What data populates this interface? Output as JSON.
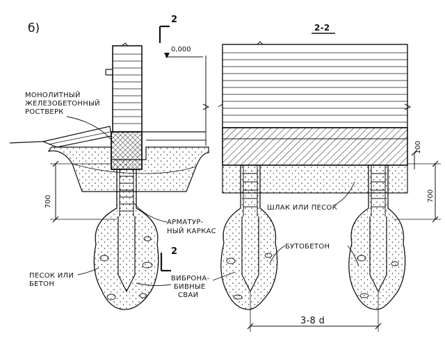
{
  "figure": {
    "panel_letter": "б)",
    "section_title": "2-2"
  },
  "marks": {
    "section_mark_top": "2",
    "section_mark_bottom": "2",
    "level_zero": "0,000"
  },
  "dimensions": {
    "left_depth": "700",
    "right_depth": "700",
    "right_small": "100",
    "pile_spacing": "3-8 d"
  },
  "labels": {
    "grillage_line1": "МОНОЛИТНЫЙ",
    "grillage_line2": "ЖЕЛЕЗОБЕТОННЫЙ",
    "grillage_line3": "РОСТВЕРК",
    "rebar_line1": "АРМАТУР-",
    "rebar_line2": "НЫЙ КАРКАС",
    "sand_or_concrete_line1": "ПЕСОК ИЛИ",
    "sand_or_concrete_line2": "БЕТОН",
    "vibro_line1": "ВИБРОНА-",
    "vibro_line2": "БИВНЫЕ",
    "vibro_line3": "СВАИ",
    "slag_or_sand": "ШЛАК ИЛИ ПЕСОК",
    "rubble_concrete": "БУТОБЕТОН"
  }
}
